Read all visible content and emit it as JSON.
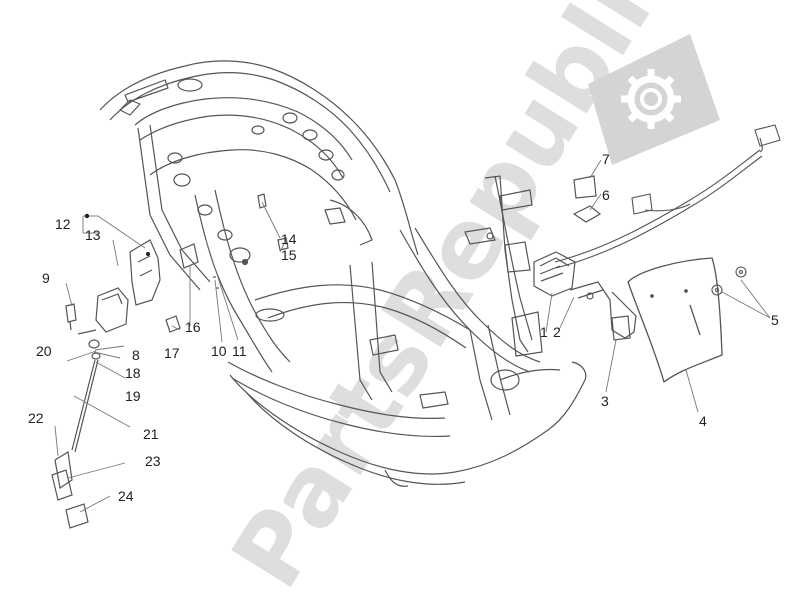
{
  "watermark": {
    "text": "PartsRepublik",
    "color": "#d4d4d4"
  },
  "colors": {
    "stroke": "#555555",
    "leader": "#777777",
    "label": "#222222"
  },
  "callouts": [
    {
      "id": "1",
      "text": "1"
    },
    {
      "id": "2",
      "text": "2"
    },
    {
      "id": "3",
      "text": "3"
    },
    {
      "id": "4",
      "text": "4"
    },
    {
      "id": "5",
      "text": "5"
    },
    {
      "id": "6",
      "text": "6"
    },
    {
      "id": "7",
      "text": "7"
    },
    {
      "id": "8",
      "text": "8"
    },
    {
      "id": "9",
      "text": "9"
    },
    {
      "id": "10",
      "text": "10"
    },
    {
      "id": "11",
      "text": "11"
    },
    {
      "id": "12",
      "text": "12"
    },
    {
      "id": "13",
      "text": "13"
    },
    {
      "id": "14",
      "text": "14"
    },
    {
      "id": "15",
      "text": "15"
    },
    {
      "id": "16",
      "text": "16"
    },
    {
      "id": "17",
      "text": "17"
    },
    {
      "id": "18",
      "text": "18"
    },
    {
      "id": "19",
      "text": "19"
    },
    {
      "id": "20",
      "text": "20"
    },
    {
      "id": "21",
      "text": "21"
    },
    {
      "id": "22",
      "text": "22"
    },
    {
      "id": "23",
      "text": "23"
    },
    {
      "id": "24",
      "text": "24"
    }
  ]
}
